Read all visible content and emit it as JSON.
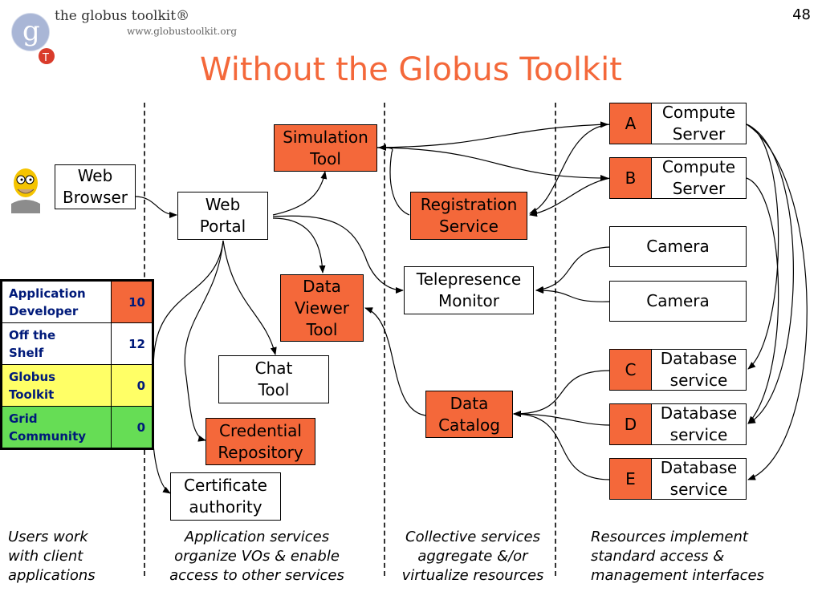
{
  "header": {
    "logo_text": "the globus toolkit®",
    "logo_url": "www.globustoolkit.org",
    "logo_letter": "g",
    "logo_badge": "T",
    "page_number": "48",
    "title": "Without the Globus Toolkit"
  },
  "nodes": {
    "web_browser": "Web\nBrowser",
    "web_portal": "Web\nPortal",
    "simulation_tool": "Simulation\nTool",
    "data_viewer_tool": "Data\nViewer\nTool",
    "chat_tool": "Chat\nTool",
    "credential_repository": "Credential\nRepository",
    "certificate_authority": "Certificate\nauthority",
    "registration_service": "Registration\nService",
    "telepresence_monitor": "Telepresence\nMonitor",
    "data_catalog": "Data\nCatalog",
    "compute_server_a": "Compute\nServer",
    "compute_server_b": "Compute\nServer",
    "camera_1": "Camera",
    "camera_2": "Camera",
    "database_c": "Database\nservice",
    "database_d": "Database\nservice",
    "database_e": "Database\nservice"
  },
  "letters": {
    "a": "A",
    "b": "B",
    "c": "C",
    "d": "D",
    "e": "E"
  },
  "scoreboard": [
    {
      "label": "Application\nDeveloper",
      "value": "10",
      "color": "#f4683a"
    },
    {
      "label": "Off the\nShelf",
      "value": "12",
      "color": "#ffffff"
    },
    {
      "label": "Globus\nToolkit",
      "value": "0",
      "color": "#ffff66"
    },
    {
      "label": "Grid\nCommunity",
      "value": "0",
      "color": "#66dd55"
    }
  ],
  "captions": {
    "users": "Users work\nwith client\napplications",
    "application": "Application services\norganize VOs & enable\naccess to other services",
    "collective": "Collective services\naggregate &/or\nvirtualize resources",
    "resources": "Resources implement\nstandard access &\nmanagement interfaces"
  },
  "colors": {
    "accent": "#f4683a",
    "title": "#f4683a",
    "score_text": "#001a7a"
  }
}
